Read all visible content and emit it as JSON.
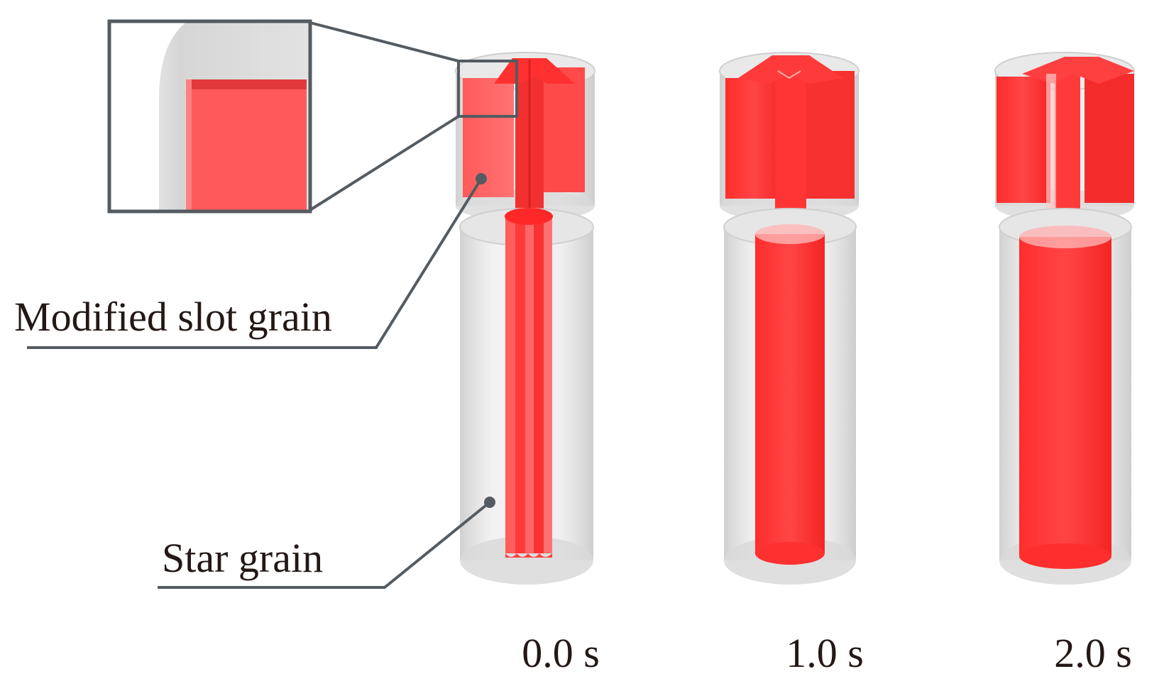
{
  "labels": {
    "modified_slot_grain": "Modified slot grain",
    "star_grain": "Star grain"
  },
  "frames": [
    {
      "time": "0.0 s"
    },
    {
      "time": "1.0 s"
    },
    {
      "time": "2.0 s"
    }
  ],
  "colors": {
    "propellant": "#ff3b3b",
    "propellant_light": "#ff6a6a",
    "casing": "#d4d4d4",
    "leader_line": "#545b61"
  }
}
